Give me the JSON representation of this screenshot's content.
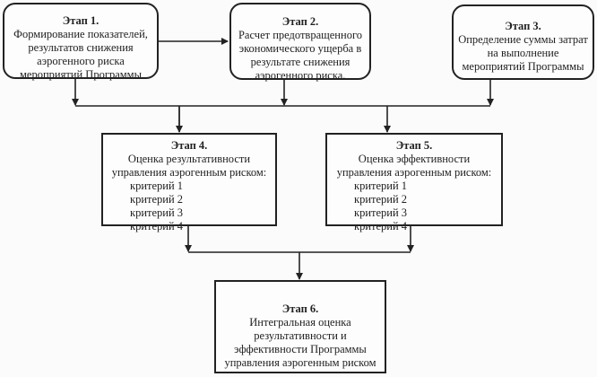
{
  "stages": [
    {
      "title": "Этап 1.",
      "lines": [
        "Формирование показателей,",
        "результатов снижения",
        "аэрогенного риска",
        "мероприятий Программы"
      ]
    },
    {
      "title": "Этап 2.",
      "lines": [
        "Расчет предотвращенного",
        "экономического ущерба в",
        "результате снижения",
        "аэрогенного риска."
      ]
    },
    {
      "title": "Этап 3.",
      "lines": [
        "Определение суммы затрат",
        "на выполнение",
        "мероприятий Программы"
      ]
    },
    {
      "title": "Этап 4.",
      "lines": [
        "Оценка результативности",
        "управления аэрогенным риском:"
      ],
      "criteria": [
        "критерий 1",
        "критерий 2",
        "критерий 3",
        "критерий 4"
      ]
    },
    {
      "title": "Этап 5.",
      "lines": [
        "Оценка эффективности",
        "управления аэрогенным риском:"
      ],
      "criteria": [
        "критерий 1",
        "критерий 2",
        "критерий 3",
        "критерий 4"
      ]
    },
    {
      "title": "Этап 6.",
      "lines": [
        "Интегральная оценка",
        "результативности и",
        "эффективности Программы",
        "управления аэрогенным риском"
      ]
    }
  ],
  "colors": {
    "line": "#222222",
    "background": "#fbfbfb"
  }
}
